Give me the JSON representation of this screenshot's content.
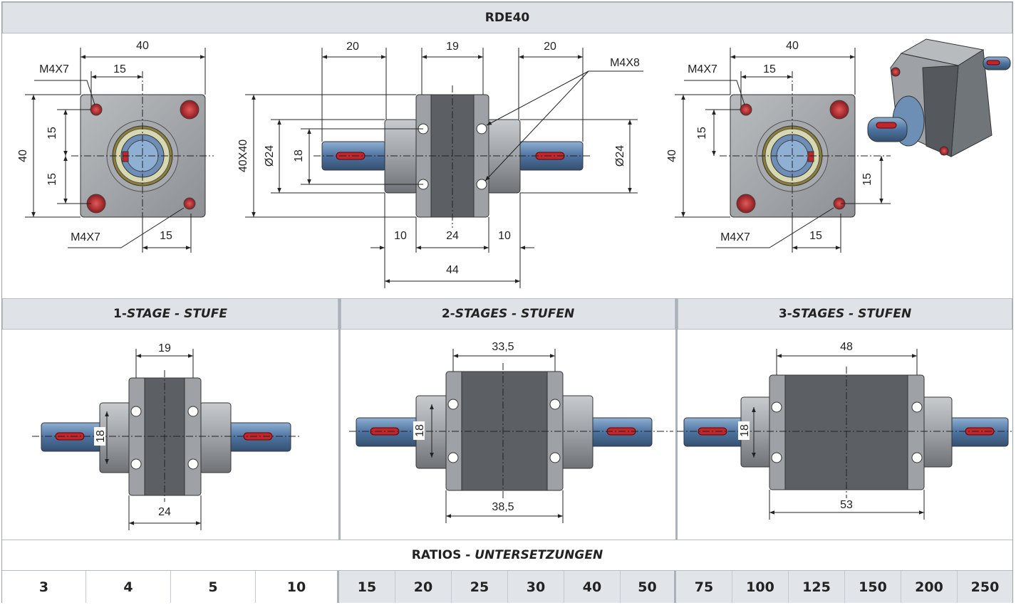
{
  "title": "RDE40",
  "drawing_labels": {
    "left": {
      "width": "40",
      "hole_offset": "15",
      "height": "40",
      "v15a": "15",
      "v15b": "15",
      "bottom15": "15",
      "tap_top": "M4X7",
      "tap_bottom": "M4X7"
    },
    "middle": {
      "d20a": "20",
      "d19": "19",
      "d20b": "20",
      "callout": "M4X8",
      "size": "40X40",
      "dia_left": "Ø24",
      "v18": "18",
      "dia_right": "Ø24",
      "d10a": "10",
      "d24": "24",
      "d10b": "10",
      "d44": "44"
    },
    "right": {
      "width": "40",
      "hole_offset": "15",
      "height": "40",
      "v15a": "15",
      "v15b": "15",
      "bottom15": "15",
      "tap_top": "M4X7",
      "tap_bottom": "M4X7"
    }
  },
  "stages": [
    {
      "title_num": "1-",
      "title_rest": "STAGE - STUFE",
      "top_dim": "19",
      "bottom_dim": "24",
      "side_dim": "18"
    },
    {
      "title_num": "2-",
      "title_rest": "STAGES - STUFEN",
      "top_dim": "33,5",
      "bottom_dim": "38,5",
      "side_dim": "18"
    },
    {
      "title_num": "3-",
      "title_rest": "STAGES - STUFEN",
      "top_dim": "48",
      "bottom_dim": "53",
      "side_dim": "18"
    }
  ],
  "ratios": {
    "title_main": "RATIOS - ",
    "title_italic": "UNTERSETZUNGEN",
    "values": [
      "3",
      "4",
      "5",
      "10",
      "15",
      "20",
      "25",
      "30",
      "40",
      "50",
      "75",
      "100",
      "125",
      "150",
      "200",
      "250"
    ]
  },
  "colors": {
    "header_bg": "#dfe3e7",
    "body_grey": "#9a9ea3",
    "dark_band": "#5a5e62",
    "shaft_blue": "#5a7fa8",
    "red_hole": "#c0272d"
  }
}
